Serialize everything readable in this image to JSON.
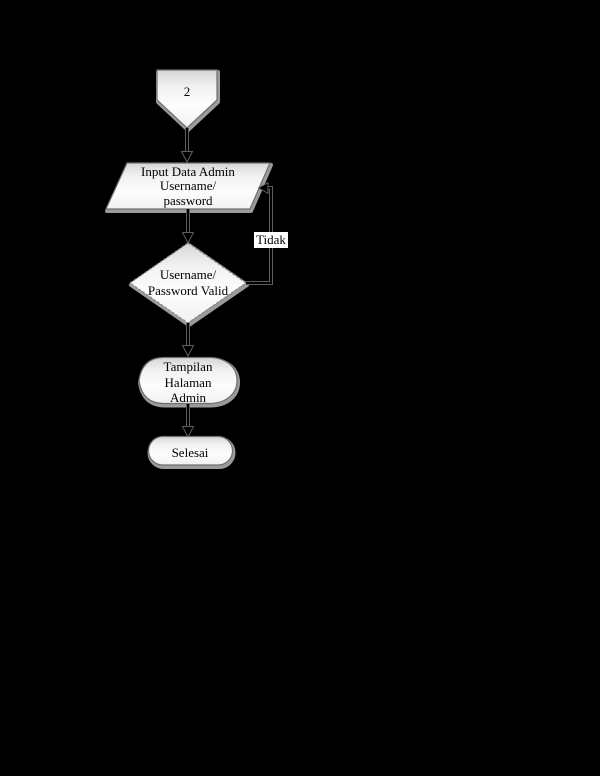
{
  "page": {
    "background": "#000000"
  },
  "flowchart": {
    "nodes": {
      "connector": {
        "type": "off-page-connector",
        "label": "2"
      },
      "input": {
        "type": "input-output-parallelogram",
        "label": "Input Data Admin\nUsername/\npassword"
      },
      "decision": {
        "type": "decision-diamond",
        "label": "Username/\nPassword Valid"
      },
      "display": {
        "type": "display-shape",
        "label": "Tampilan\nHalaman\nAdmin"
      },
      "terminator": {
        "type": "terminator",
        "label": "Selesai"
      }
    },
    "edges": {
      "decision_no_label": "Tidak"
    },
    "colors": {
      "page_background": "#000000",
      "shape_fill_top": "#d6d6d6",
      "shape_fill_bottom": "#fdfdfd",
      "shape_border": "#6f6f6f",
      "shape_shadow": "#9b9b9b",
      "line_core": "#000000",
      "line_halo": "#5e5e5e",
      "text": "#000000",
      "no_label_background": "#ffffff"
    }
  }
}
